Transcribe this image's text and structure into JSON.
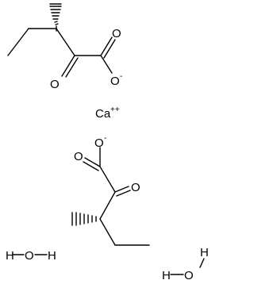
{
  "structure": {
    "top_anion": {
      "carbonyl_oxygen": "O",
      "carboxyl_oxygen_1": "O",
      "carboxyl_oxygen_2": "O",
      "charge": "-"
    },
    "cation": {
      "symbol": "Ca",
      "charge": "++"
    },
    "bottom_anion": {
      "carboxyl_oxygen_1": "O",
      "carboxyl_oxygen_2": "O",
      "carbonyl_oxygen": "O",
      "charge": "-"
    },
    "water_1": {
      "h_left": "H",
      "oxygen": "O",
      "h_right": "H"
    },
    "water_2": {
      "h_top": "H",
      "h_left": "H",
      "oxygen": "O"
    }
  }
}
